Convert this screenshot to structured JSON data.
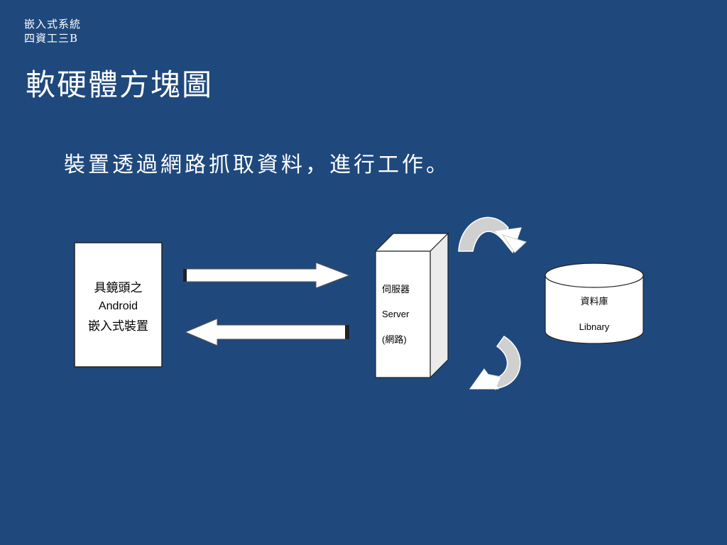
{
  "header": {
    "course": "嵌入式系統",
    "class_name": "四資工三B"
  },
  "title": "軟硬體方塊圖",
  "subtitle": "裝置透過網路抓取資料，進行工作。",
  "diagram": {
    "device": {
      "line1": "具鏡頭之",
      "line2": "Android",
      "line3": "嵌入式裝置"
    },
    "server": {
      "line1": "伺服器",
      "line2": "Server",
      "line3": "(網路)"
    },
    "database": {
      "line1": "資料庫",
      "line2": "Libnary"
    }
  },
  "colors": {
    "background": "#1f497d",
    "text": "#ffffff",
    "box_fill": "#ffffff",
    "box_stroke": "#222222",
    "curved_arrow_fill": "#d0d0d0"
  },
  "icons": [
    "right-arrow-icon",
    "left-arrow-icon",
    "curved-arrow-down-icon",
    "curved-arrow-left-icon"
  ]
}
